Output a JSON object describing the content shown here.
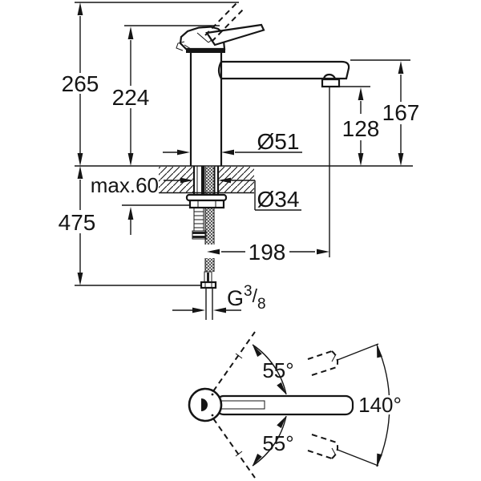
{
  "drawing": {
    "type": "faucet technical dimension drawing",
    "background_color": "#ffffff",
    "line_color": "#151515",
    "dims": {
      "total_height": "265",
      "lever_height": "224",
      "spout_height": "167",
      "aerator_height": "128",
      "hose_drop": "475",
      "spout_reach": "198",
      "body_diameter": "Ø51",
      "hole_diameter": "Ø34",
      "deck_thickness": "max.60",
      "thread_g": "G",
      "thread_numerator": "3",
      "thread_slash": "/",
      "thread_denominator": "8",
      "swivel_upper": "55°",
      "swivel_lower": "55°",
      "swivel_total": "140°"
    }
  }
}
